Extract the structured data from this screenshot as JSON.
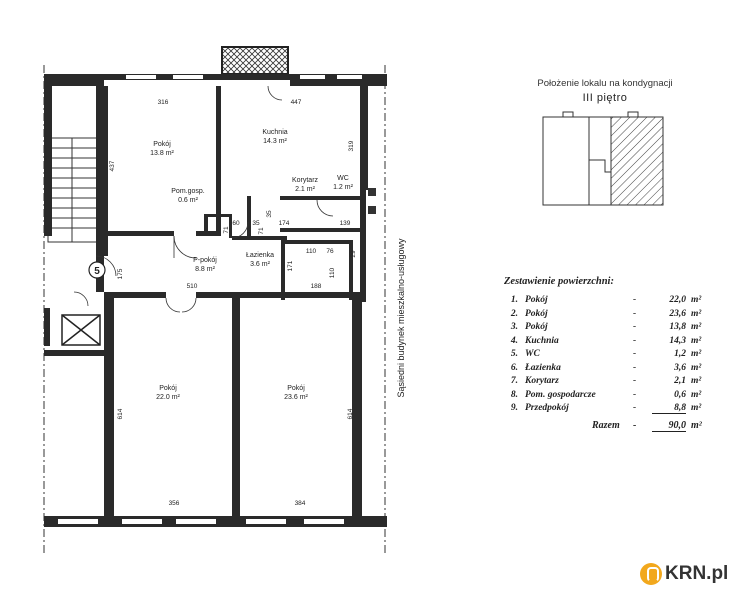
{
  "location": {
    "title": "Położenie lokalu na kondygnacji",
    "floor": "III piętro"
  },
  "side_label": "Sąsiedni budynek mieszkalno-usługowy",
  "stair_number": "5",
  "rooms": {
    "pokoj_small": {
      "name": "Pokój",
      "area": "13.8 m²"
    },
    "kuchnia": {
      "name": "Kuchnia",
      "area": "14.3 m²"
    },
    "pom_gosp": {
      "name": "Pom.gosp.",
      "area": "0.6 m²"
    },
    "korytarz": {
      "name": "Korytarz",
      "area": "2.1 m²"
    },
    "wc": {
      "name": "WC",
      "area": "1.2 m²"
    },
    "ppokoj": {
      "name": "P-pokój",
      "area": "8.8 m²"
    },
    "lazienka": {
      "name": "Łazienka",
      "area": "3.6 m²"
    },
    "pokoj_left": {
      "name": "Pokój",
      "area": "22.0 m²"
    },
    "pokoj_right": {
      "name": "Pokój",
      "area": "23.6 m²"
    }
  },
  "dimensions": {
    "d316": "316",
    "d447": "447",
    "d437": "437",
    "d319": "319",
    "d60": "60",
    "d35a": "35",
    "d35b": "35",
    "d174": "174",
    "d139": "139",
    "d71a": "71",
    "d71b": "71",
    "d110": "110",
    "d76": "76",
    "d29": "29",
    "d171": "171",
    "d110b": "110",
    "d188": "188",
    "d510": "510",
    "d175": "175",
    "d614a": "614",
    "d614b": "614",
    "d356": "356",
    "d384": "384"
  },
  "summary": {
    "title": "Zestawienie powierzchni:",
    "items": [
      {
        "num": "1.",
        "name": "Pokój",
        "dash": "-",
        "value": "22,0",
        "unit": "m²"
      },
      {
        "num": "2.",
        "name": "Pokój",
        "dash": "-",
        "value": "23,6",
        "unit": "m²"
      },
      {
        "num": "3.",
        "name": "Pokój",
        "dash": "-",
        "value": "13,8",
        "unit": "m²"
      },
      {
        "num": "4.",
        "name": "Kuchnia",
        "dash": "-",
        "value": "14,3",
        "unit": "m²"
      },
      {
        "num": "5.",
        "name": "WC",
        "dash": "-",
        "value": "1,2",
        "unit": "m²"
      },
      {
        "num": "6.",
        "name": "Łazienka",
        "dash": "-",
        "value": "3,6",
        "unit": "m²"
      },
      {
        "num": "7.",
        "name": "Korytarz",
        "dash": "-",
        "value": "2,1",
        "unit": "m²"
      },
      {
        "num": "8.",
        "name": "Pom. gospodarcze",
        "dash": "-",
        "value": "0,6",
        "unit": "m²"
      },
      {
        "num": "9.",
        "name": "Przedpokój",
        "dash": "-",
        "value": "8,8",
        "unit": "m²"
      }
    ],
    "total_label": "Razem",
    "total_dash": "-",
    "total_value": "90,0",
    "total_unit": "m²"
  },
  "watermark": {
    "text": "KRN.pl",
    "icon": "krn-logo-icon",
    "color": "#f2a81d"
  }
}
